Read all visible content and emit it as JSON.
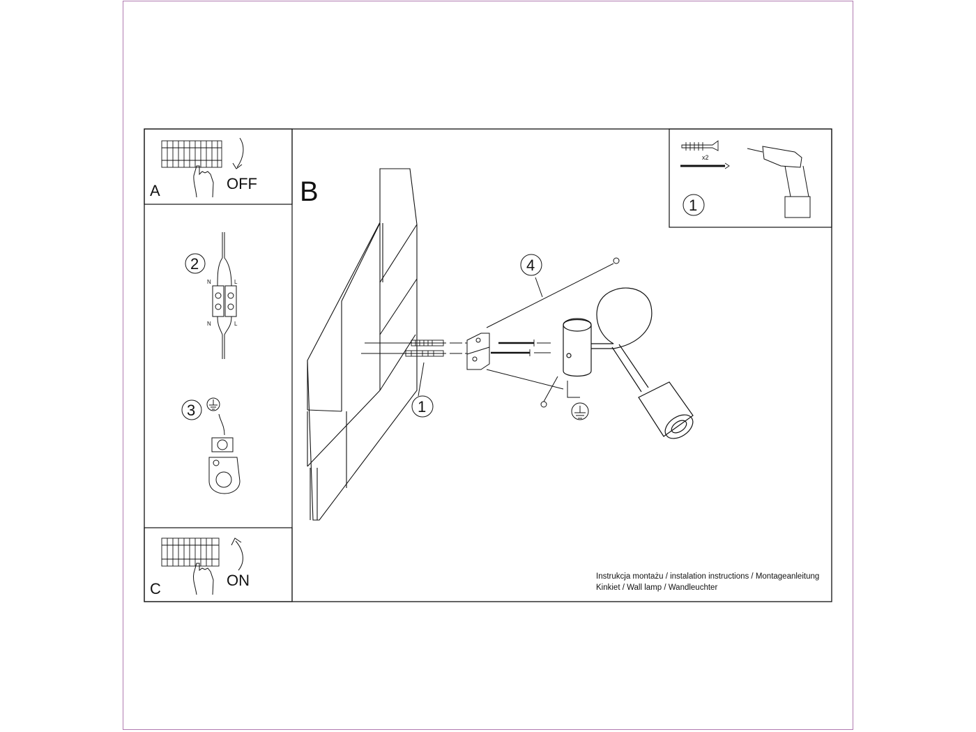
{
  "panels": {
    "a": {
      "letter": "A",
      "action": "OFF"
    },
    "b": {
      "letter": "B"
    },
    "c": {
      "letter": "C",
      "action": "ON"
    }
  },
  "steps": {
    "tools": {
      "number": "1",
      "quantity": "x2"
    },
    "wiring": {
      "number": "2",
      "terminal_left": "N",
      "terminal_right": "L"
    },
    "ground": {
      "number": "3"
    },
    "dowels": {
      "number": "1"
    },
    "screws": {
      "number": "4"
    }
  },
  "icons": [
    "circuit-breaker-icon",
    "hand-icon",
    "arrow-icon",
    "drill-icon",
    "ground-symbol-icon",
    "wall-dowel-icon",
    "screw-icon"
  ],
  "footer": {
    "line1": "Instrukcja montażu / instalation instructions / Montageanleitung",
    "line2": "Kinkiet / Wall lamp / Wandleuchter"
  },
  "colors": {
    "line": "#111111",
    "page_frame": "#b07ab0"
  }
}
